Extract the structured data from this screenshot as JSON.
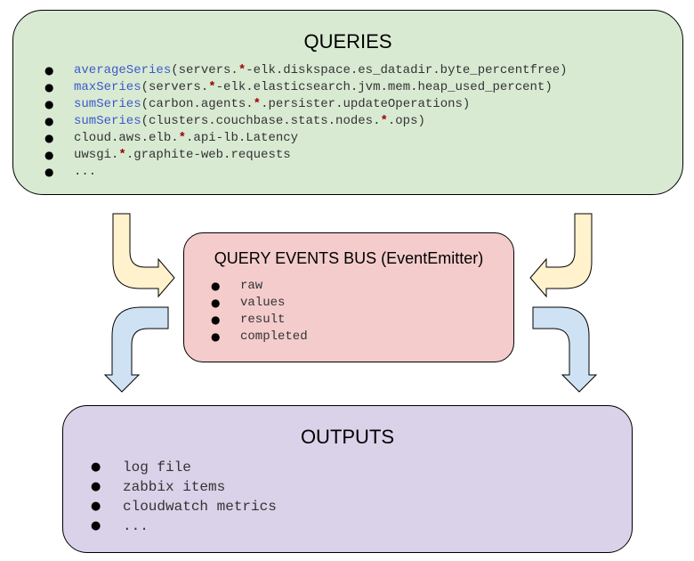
{
  "colors": {
    "queries_fill": "#d9ead3",
    "bus_fill": "#f4cccc",
    "outputs_fill": "#d9d2e9",
    "input_arrow_fill": "#fff2cc",
    "output_arrow_fill": "#cfe2f3",
    "function_name": "#3c5ac8",
    "wildcard": "#990000"
  },
  "queries": {
    "title": "QUERIES",
    "items": [
      [
        {
          "t": "averageSeries",
          "k": "fn"
        },
        {
          "t": "(servers."
        },
        {
          "t": "*",
          "k": "star"
        },
        {
          "t": "-elk.diskspace.es_datadir.byte_percentfree)"
        }
      ],
      [
        {
          "t": "maxSeries",
          "k": "fn"
        },
        {
          "t": "(servers."
        },
        {
          "t": "*",
          "k": "star"
        },
        {
          "t": "-elk.elasticsearch.jvm.mem.heap_used_percent)"
        }
      ],
      [
        {
          "t": "sumSeries",
          "k": "fn"
        },
        {
          "t": "(carbon.agents."
        },
        {
          "t": "*",
          "k": "star"
        },
        {
          "t": ".persister.updateOperations)"
        }
      ],
      [
        {
          "t": "sumSeries",
          "k": "fn"
        },
        {
          "t": "(clusters.couchbase.stats.nodes."
        },
        {
          "t": "*",
          "k": "star"
        },
        {
          "t": ".ops)"
        }
      ],
      [
        {
          "t": "cloud.aws.elb."
        },
        {
          "t": "*",
          "k": "star"
        },
        {
          "t": ".api-lb.Latency"
        }
      ],
      [
        {
          "t": "uwsgi."
        },
        {
          "t": "*",
          "k": "star"
        },
        {
          "t": ".graphite-web.requests"
        }
      ],
      [
        {
          "t": "..."
        }
      ]
    ]
  },
  "bus": {
    "title": "QUERY EVENTS BUS (EventEmitter)",
    "events": [
      "raw",
      "values",
      "result",
      "completed"
    ]
  },
  "outputs": {
    "title": "OUTPUTS",
    "items": [
      "log file",
      "zabbix items",
      "cloudwatch metrics",
      "..."
    ]
  }
}
